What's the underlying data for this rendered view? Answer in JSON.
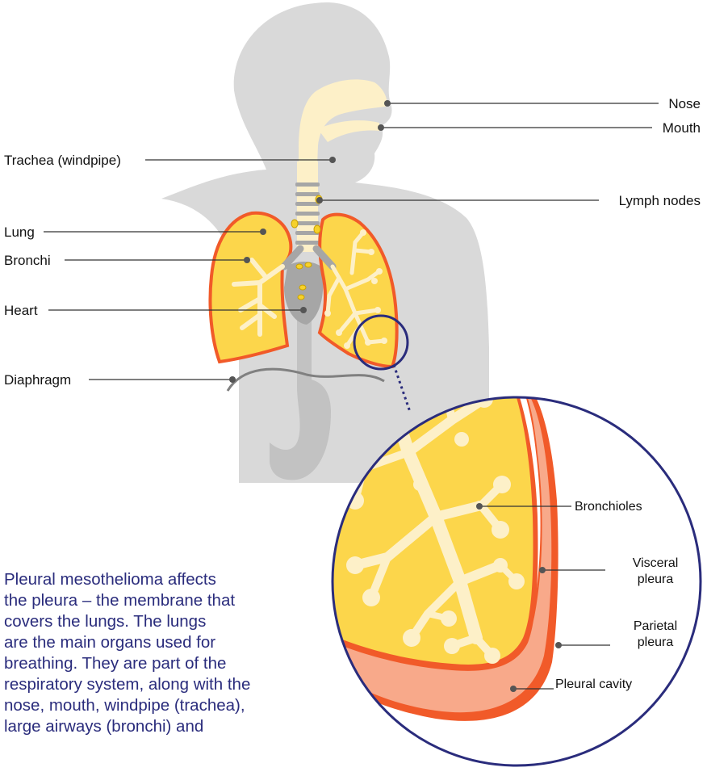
{
  "colors": {
    "silhouette": "#d9d9d9",
    "lung_fill": "#fcd64b",
    "lung_outline": "#f15a29",
    "airway": "#fdf0c8",
    "heart": "#a6a6a6",
    "pleural_cavity": "#f8a98a",
    "zoom_circle": "#2a2c7c",
    "lymph_node": "#f6d12a",
    "leader_line": "#333333",
    "text": "#2a2c7c"
  },
  "labels": {
    "nose": "Nose",
    "mouth": "Mouth",
    "trachea": "Trachea (windpipe)",
    "lymph_nodes": "Lymph nodes",
    "lung": "Lung",
    "bronchi": "Bronchi",
    "heart": "Heart",
    "diaphragm": "Diaphragm",
    "bronchioles": "Bronchioles",
    "visceral_pleura_1": "Visceral",
    "visceral_pleura_2": "pleura",
    "parietal_pleura_1": "Parietal",
    "parietal_pleura_2": "pleura",
    "pleural_cavity": "Pleural cavity"
  },
  "description": "Pleural mesothelioma affects\nthe pleura – the membrane that\ncovers the lungs. The lungs\nare the main organs used for\nbreathing. They are part of the\nrespiratory system, along with the\nnose, mouth, windpipe (trachea),\nlarge airways (bronchi) and"
}
